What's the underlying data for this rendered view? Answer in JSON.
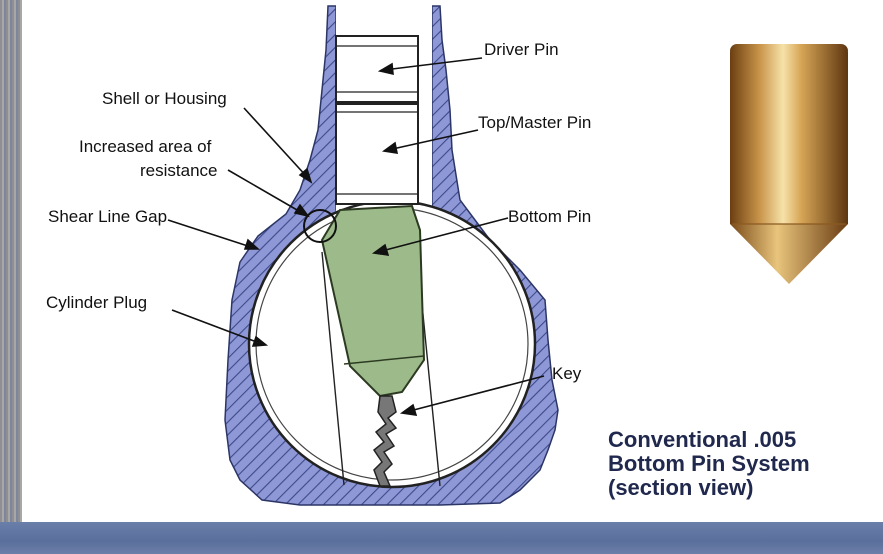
{
  "labels": {
    "driver_pin": "Driver Pin",
    "shell_housing": "Shell or Housing",
    "top_master_pin": "Top/Master Pin",
    "increased_area_line1": "Increased area of",
    "increased_area_line2": "resistance",
    "shear_line_gap": "Shear Line Gap",
    "bottom_pin": "Bottom Pin",
    "cylinder_plug": "Cylinder Plug",
    "key": "Key"
  },
  "caption": {
    "line1": "Conventional .005",
    "line2": "Bottom Pin System",
    "line3": "(section view)"
  },
  "colors": {
    "housing": "#8f98d6",
    "hatch": "#3c4a8a",
    "bottom_pin": "#9dbb8a",
    "pin_brass": "#c9944a",
    "caption": "#20294d"
  }
}
